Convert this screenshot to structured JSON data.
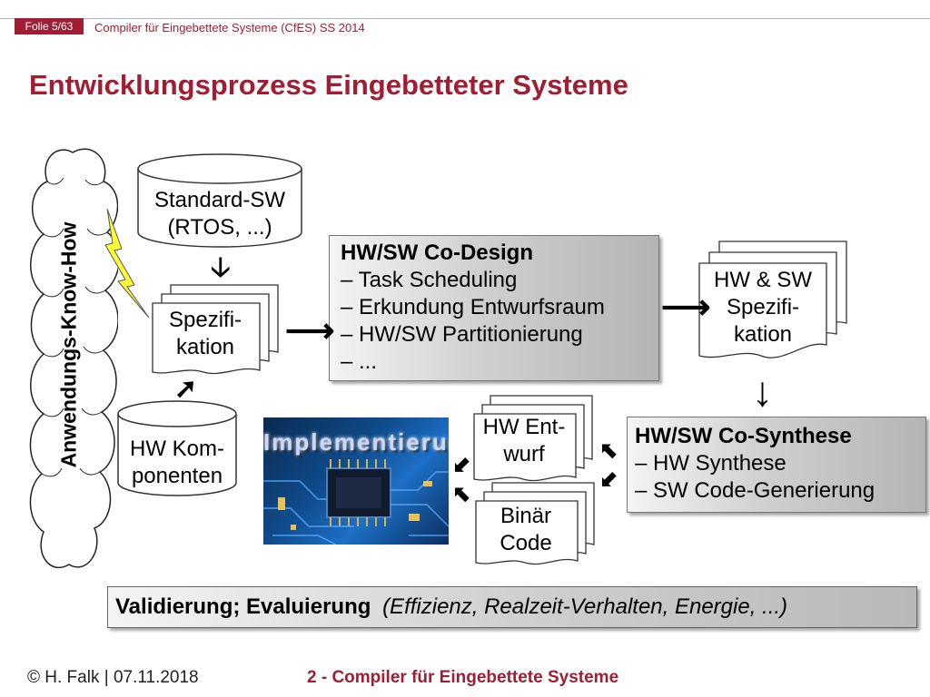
{
  "header": {
    "slide_counter": "Folie 5/63",
    "course": "Compiler für Eingebettete Systeme (CfES) SS 2014",
    "title": "Entwicklungsprozess Eingebetteter Systeme"
  },
  "diagram": {
    "cloud_label": "Anwendungs-Know-How",
    "standard_sw": {
      "line1": "Standard-SW",
      "line2": "(RTOS, ...)"
    },
    "spezifikation": {
      "line1": "Spezifi-",
      "line2": "kation"
    },
    "hw_komponenten": {
      "line1": "HW Kom-",
      "line2": "ponenten"
    },
    "codesign": {
      "heading": "HW/SW Co-Design",
      "items": [
        "– Task Scheduling",
        "– Erkundung Entwurfsraum",
        "– HW/SW Partitionierung",
        "– ..."
      ]
    },
    "hwsw_spezifikation": {
      "line1": "HW & SW",
      "line2": "Spezifi-",
      "line3": "kation"
    },
    "cosynthese": {
      "heading": "HW/SW Co-Synthese",
      "items": [
        "– HW Synthese",
        "– SW Code-Generierung"
      ]
    },
    "hw_entwurf": {
      "line1": "HW Ent-",
      "line2": "wurf"
    },
    "binaer_code": {
      "line1": "Binär",
      "line2": "Code"
    },
    "implementierung_label": "Implementierung",
    "arrows": {
      "down": "🡣",
      "right": "⟶",
      "diag_up_right": "➚",
      "diag_up_left": "⬉",
      "diag_down_left": "⬋",
      "long_down": "↓"
    }
  },
  "validation": {
    "bold": "Validierung; Evaluierung",
    "italic": "(Effizienz, Realzeit-Verhalten, Energie, ...)"
  },
  "footer": {
    "left": "© H. Falk | 07.11.2018",
    "center": "2 - Compiler für Eingebettete Systeme"
  },
  "colors": {
    "accent": "#a01e34",
    "lightning": "#ffff33"
  }
}
